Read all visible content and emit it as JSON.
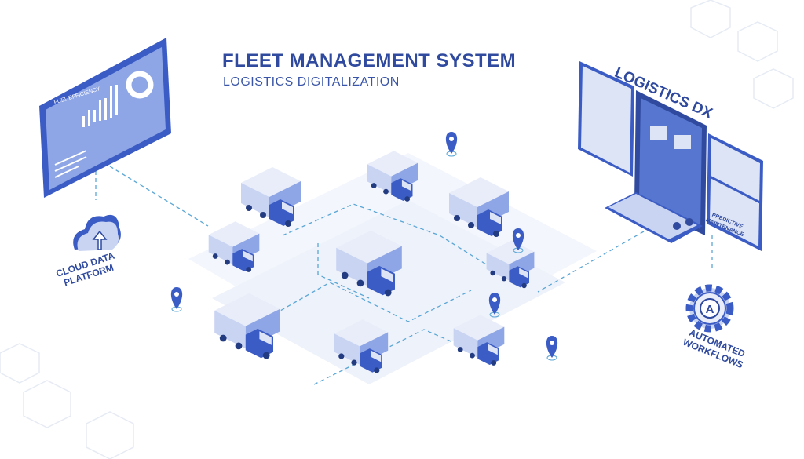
{
  "header": {
    "title": "FLEET MANAGEMENT SYSTEM",
    "subtitle": "LOGISTICS DIGITALIZATION"
  },
  "left_panel": {
    "tablet_heading": "FUEL EFFICIENCY",
    "cloud_label_line1": "CLOUD DATA",
    "cloud_label_line2": "PLATFORM"
  },
  "right_panel": {
    "title": "LOGISTICS DX",
    "maintenance_line1": "PREDICTIVE",
    "maintenance_line2": "MAINTENANCE",
    "workflow_line1": "AUTOMATED",
    "workflow_line2": "WORKFLOWS",
    "gear_letter": "A"
  },
  "colors": {
    "primary": "#3b5cc4",
    "dark": "#2f4a9e",
    "light": "#c9d4f2",
    "pale": "#e8edf9",
    "dash": "#5aa6d6"
  },
  "fleet": {
    "truck_count": 9,
    "pin_count": 5
  }
}
